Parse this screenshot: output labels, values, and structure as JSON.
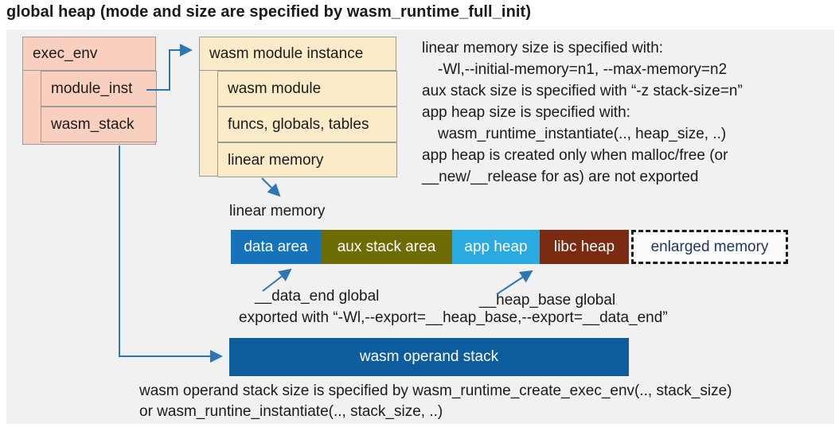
{
  "title": "global heap (mode and size are specified by wasm_runtime_full_init)",
  "colors": {
    "panel_bg": "#f1f1f1",
    "exec_env_box": "#f9cfbf",
    "module_instance_box": "#fcebc8",
    "arrow_blue": "#2e75b6",
    "data_area": "#1673b9",
    "aux_stack_area": "#6c6b04",
    "app_heap": "#29abe2",
    "libc_heap": "#7b2b12",
    "operand_stack_bar": "#0d5c9d",
    "enlarged_memory_text": "#1f3864"
  },
  "exec_env": {
    "title": "exec_env",
    "rows": [
      "module_inst",
      "wasm_stack"
    ]
  },
  "module_instance": {
    "title": "wasm module instance",
    "rows": [
      "wasm module",
      "funcs, globals, tables",
      "linear memory"
    ]
  },
  "notes_right": {
    "lines": [
      "linear memory size is specified with:",
      "-Wl,--initial-memory=n1, --max-memory=n2",
      "aux stack size is specified with “-z stack-size=n”",
      "app heap size is specified with:",
      "wasm_runtime_instantiate(.., heap_size, ..)",
      "app heap is created only when malloc/free (or",
      "__new/__release for as) are not exported"
    ]
  },
  "linear_memory": {
    "label": "linear memory",
    "segments": [
      {
        "label": "data area",
        "color": "#1673b9"
      },
      {
        "label": "aux stack area",
        "color": "#6c6b04"
      },
      {
        "label": "app heap",
        "color": "#29abe2"
      },
      {
        "label": "libc heap",
        "color": "#7b2b12"
      }
    ],
    "enlarged_label": "enlarged memory"
  },
  "annotations": {
    "data_end": "__data_end global",
    "heap_base": "__heap_base global",
    "exported": "exported with “-Wl,--export=__heap_base,--export=__data_end”"
  },
  "operand_stack": {
    "label": "wasm operand stack"
  },
  "notes_bottom": {
    "lines": [
      "wasm operand stack size is specified by wasm_runtime_create_exec_env(.., stack_size)",
      "or wasm_runtine_instantiate(.., stack_size, ..)"
    ]
  }
}
